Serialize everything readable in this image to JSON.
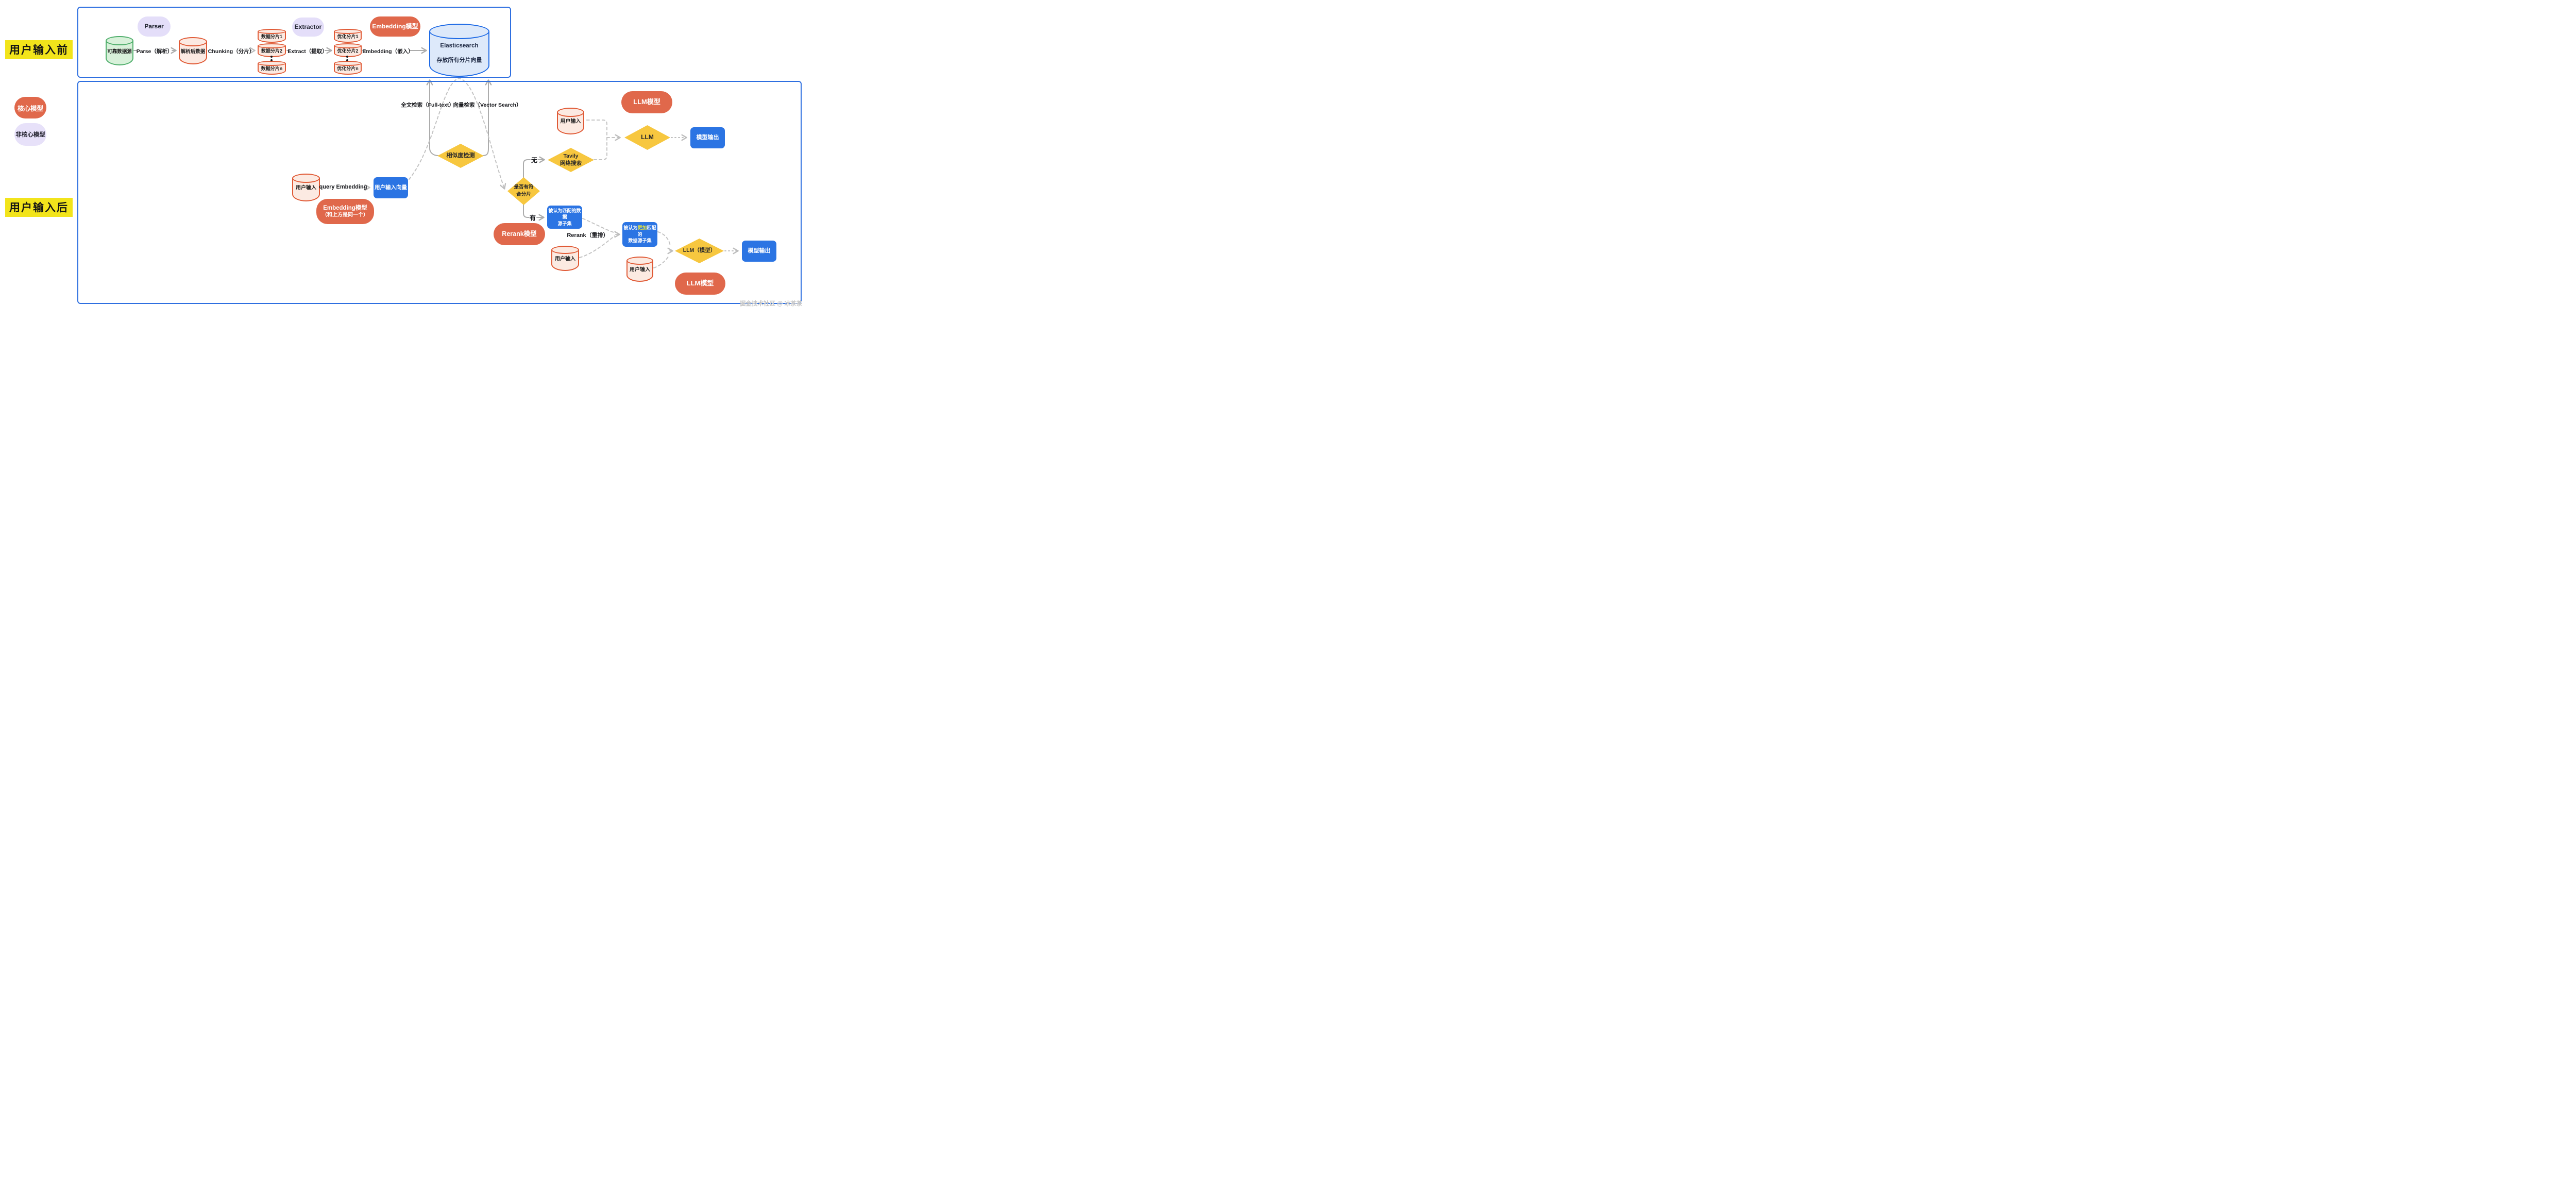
{
  "phase_labels": {
    "before": "用户输入前",
    "after": "用户输入后"
  },
  "legend": {
    "core": "核心模型",
    "non_core": "非核心模型"
  },
  "colors": {
    "core_model_orange": "#E0684B",
    "non_core_lavender": "#E7E1F9",
    "decision_yellow": "#F7C73F",
    "data_blue": "#2B74E3",
    "es_stroke": "#1E6AE5",
    "es_fill": "#DDE9FA",
    "source_green_stroke": "#4FAE6B",
    "shard_red_stroke": "#E05A36",
    "frame_border": "#2E6FE0",
    "phase_highlight": "#F2E41B",
    "emphasis_yellow": "#E6E23C"
  },
  "pipeline_top": {
    "source": "可靠数据源",
    "parser": "Parser",
    "parse_edge": "Parse（解析）",
    "parsed": "解析后数据",
    "chunking_edge": "Chunking（分片）",
    "shard1": "数据分片1",
    "shard2": "数据分片2",
    "shardn": "数据分片n",
    "extractor": "Extractor",
    "extract_edge": "Extract（提取）",
    "opt1": "优化分片1",
    "opt2": "优化分片2",
    "optn": "优化分片n",
    "embedding_edge": "Embedding（嵌入）",
    "embedding_model": "Embedding模型",
    "es_title": "Elasticsearch",
    "es_sub": "存放所有分片向量"
  },
  "pipeline_bottom": {
    "fulltext_edge": "全文检索（Full-text）",
    "vector_edge": "向量检索（Vector Search）",
    "similarity": "相似度检测",
    "user_input": "用户输入",
    "query_edge": "query Embedding",
    "user_vector": "用户输入向量",
    "embedding_model_l1": "Embedding模型",
    "embedding_model_l2": "（和上方是同一个）",
    "match_l1": "是否有符",
    "match_l2": "合分片",
    "no": "无",
    "yes": "有",
    "tavily_l1": "Tavily",
    "tavily_l2": "网络搜索",
    "user_input2": "用户输入",
    "llm_model": "LLM模型",
    "llm": "LLM",
    "output": "模型输出",
    "matched_l1": "被认为匹配的数据",
    "matched_l2": "源子集",
    "rerank_model": "Rerank模型",
    "rerank_edge": "Rerank（重排）",
    "user_input3": "用户输入",
    "rematched_l1a": "被认为",
    "rematched_l1b": "更加",
    "rematched_l1c": "匹配的",
    "rematched_l2": "数据源子集",
    "user_input4": "用户输入",
    "llm2": "LLM（模型）",
    "output2": "模型输出",
    "llm_model2": "LLM模型"
  },
  "watermark": "掘金技术社区 @ 冰茶茶"
}
